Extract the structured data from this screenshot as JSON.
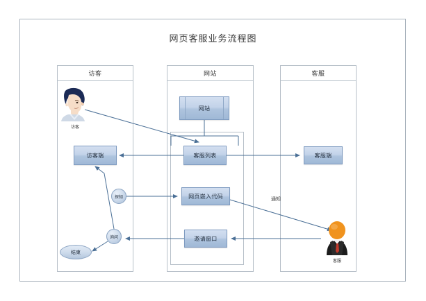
{
  "diagram": {
    "title": "网页客服业务流程图",
    "lanes": [
      {
        "id": "visitor",
        "header": "访客"
      },
      {
        "id": "website",
        "header": "网站"
      },
      {
        "id": "service",
        "header": "客服"
      }
    ],
    "nodes": {
      "visitor_actor": "访客",
      "visitor_client": "访客端",
      "website": "网站",
      "service_list": "客服列表",
      "service_client": "客服端",
      "embed_code": "网页嵌入代码",
      "invite_window": "邀请窗口",
      "detect": "探知",
      "ask": "询问",
      "end": "结束",
      "agent_actor": "客服"
    },
    "edge_labels": {
      "notify": "通知"
    },
    "colors": {
      "box_fill_top": "#d3dff0",
      "box_fill_bottom": "#9fb8d6",
      "box_border": "#7f9bc0",
      "lane_border": "#b6bfc8",
      "frame_border": "#a9b3bd",
      "connector": "#4a6f96",
      "title_text": "#3a3a3a",
      "agent_head": "#f0931e",
      "visitor_hair": "#1b2a55"
    }
  }
}
